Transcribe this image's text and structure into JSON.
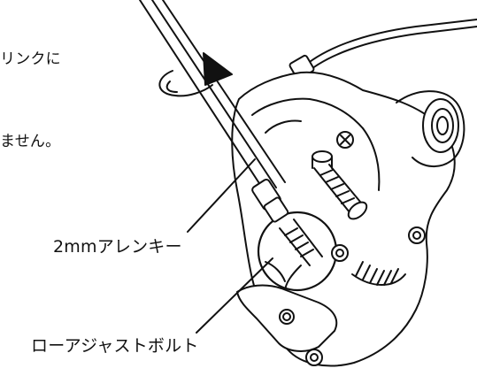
{
  "text": {
    "line1": "リンクに",
    "line2": "ません。"
  },
  "labels": {
    "allen_key": "2mmアレンキー",
    "low_adjust_bolt": "ローアジャストボルト"
  }
}
